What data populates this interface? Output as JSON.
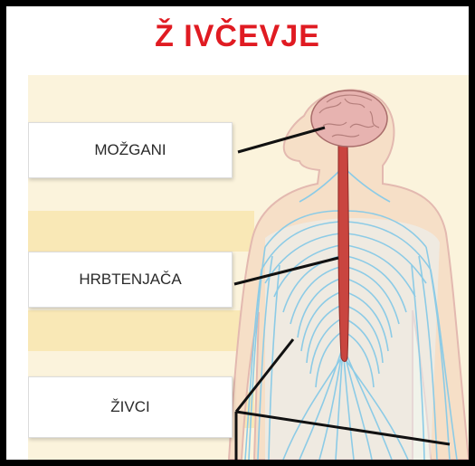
{
  "title": "Ž IVČEVJE",
  "labels": {
    "brain": "MOŽGANI",
    "spinal_cord": "HRBTENJAČA",
    "nerves": "ŽIVCI"
  },
  "colors": {
    "title": "#e01b22",
    "frame": "#000000",
    "background": "#fbf3dc",
    "nerve": "#8ccbe6",
    "spinal_cord": "#c9453f",
    "brain": "#e7b3b0",
    "leader_line": "#111111"
  }
}
